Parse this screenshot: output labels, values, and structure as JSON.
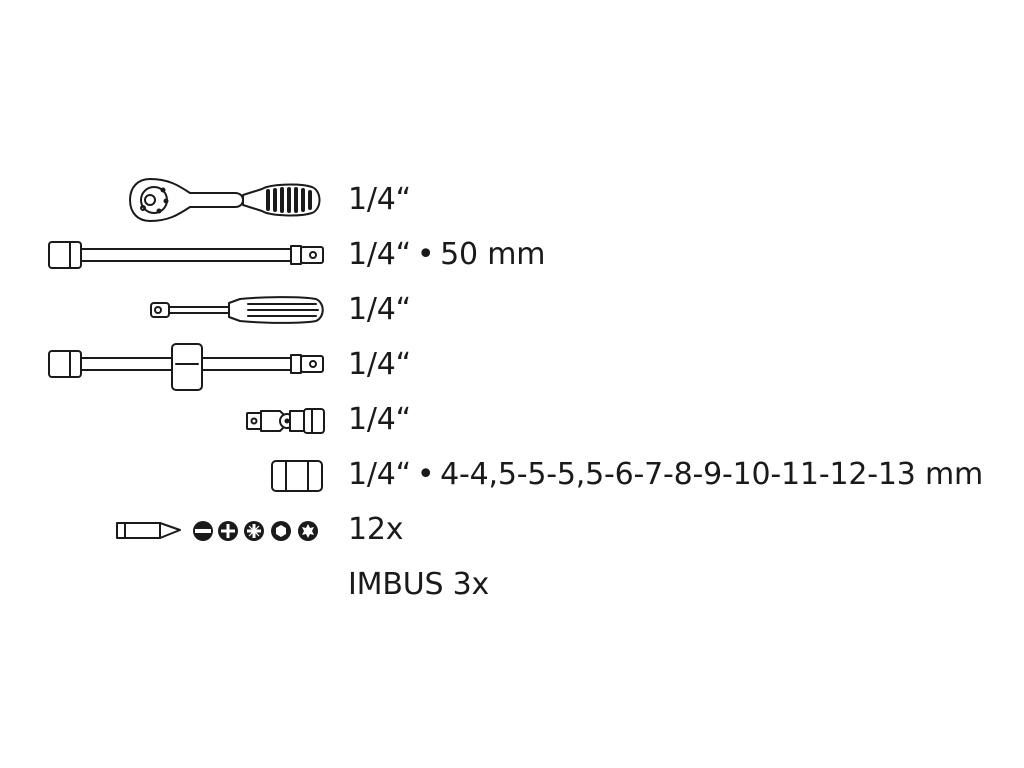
{
  "items": [
    {
      "icon": "ratchet-icon",
      "label": "1/4“"
    },
    {
      "icon": "extension-bar-icon",
      "label": "1/4“ • 50 mm"
    },
    {
      "icon": "screwdriver-handle-icon",
      "label": "1/4“"
    },
    {
      "icon": "t-handle-icon",
      "label": "1/4“"
    },
    {
      "icon": "universal-joint-icon",
      "label": "1/4“"
    },
    {
      "icon": "socket-icon",
      "label": "1/4“ • 4-4,5-5-5,5-6-7-8-9-10-11-12-13 mm"
    },
    {
      "icon": "bits-icon",
      "label": "12x"
    },
    {
      "icon": "",
      "label": "IMBUS 3x"
    }
  ],
  "colors": {
    "line": "#1a1a1a",
    "background": "#ffffff"
  }
}
